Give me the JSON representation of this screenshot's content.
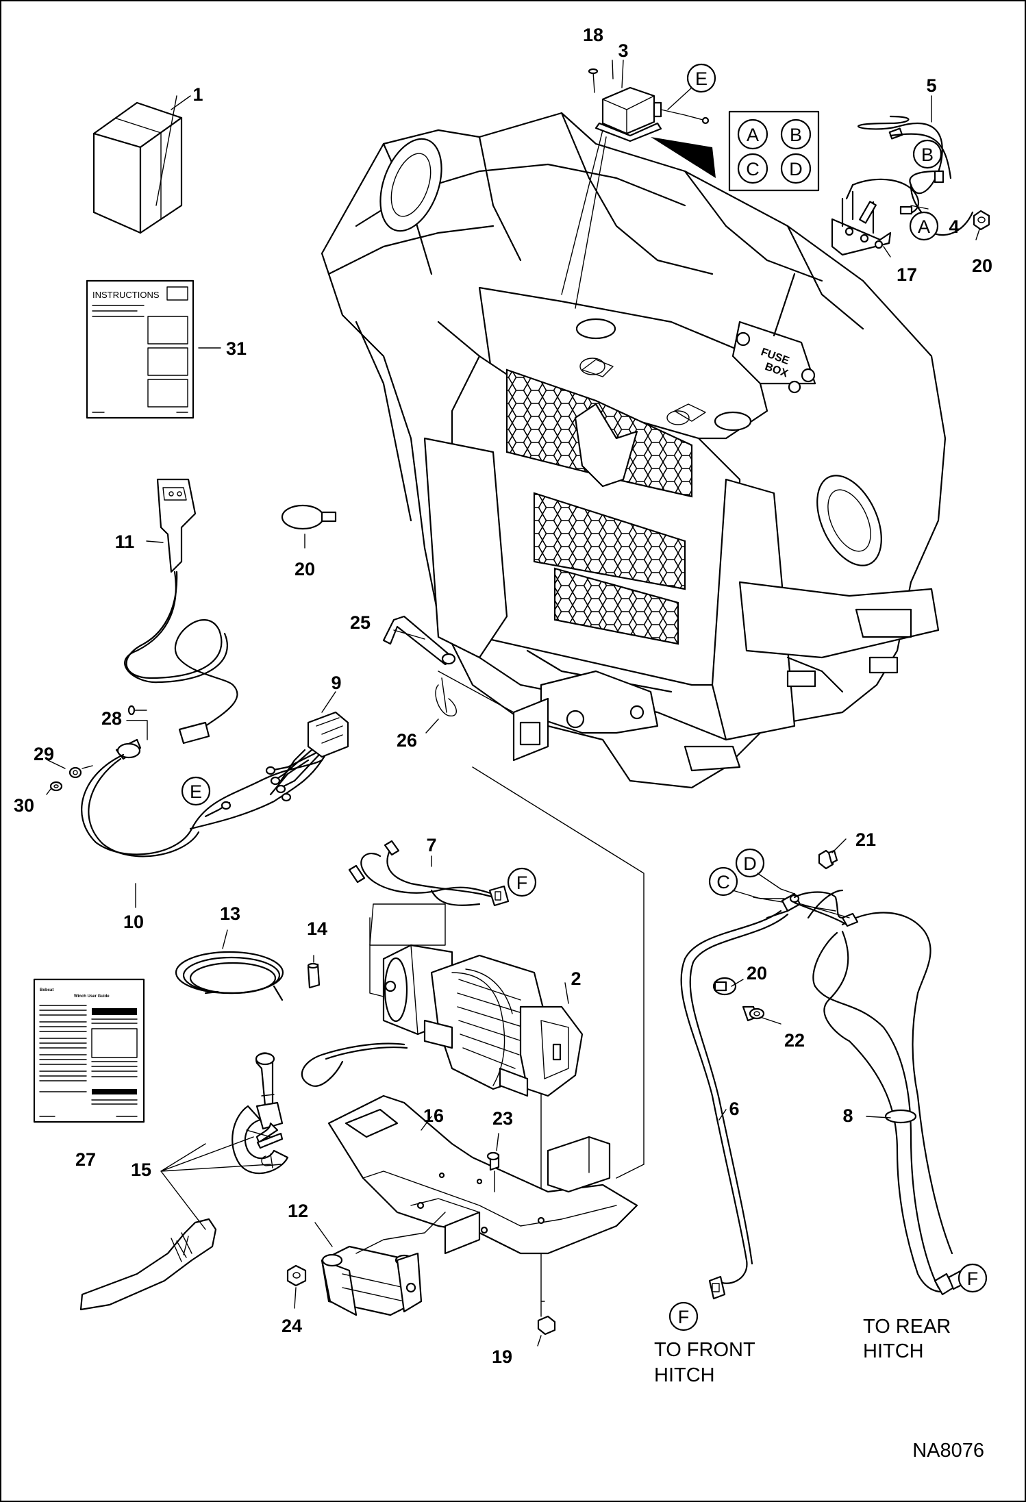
{
  "diagram_code": "NA8076",
  "callouts": {
    "n1": "1",
    "n2": "2",
    "n3": "3",
    "n4": "4",
    "n5": "5",
    "n6": "6",
    "n7": "7",
    "n8": "8",
    "n9": "9",
    "n10": "10",
    "n11": "11",
    "n12": "12",
    "n13": "13",
    "n14": "14",
    "n15": "15",
    "n16": "16",
    "n17": "17",
    "n18": "18",
    "n19": "19",
    "n20a": "20",
    "n20b": "20",
    "n20c": "20",
    "n21": "21",
    "n22": "22",
    "n23": "23",
    "n24": "24",
    "n25": "25",
    "n26": "26",
    "n27": "27",
    "n28": "28",
    "n29": "29",
    "n30": "30",
    "n31": "31"
  },
  "connector_letters": {
    "legend_a": "A",
    "legend_b": "B",
    "legend_c": "C",
    "legend_d": "D",
    "e_top": "E",
    "e_left": "E",
    "b_cable": "B",
    "a_cable": "A",
    "c_harness": "C",
    "d_harness": "D",
    "f_winch": "F",
    "f_front": "F",
    "f_rear": "F"
  },
  "destinations": {
    "front_line1": "TO FRONT",
    "front_line2": "HITCH",
    "rear_line1": "TO REAR",
    "rear_line2": "HITCH"
  },
  "instructions_sheet": {
    "title": "INSTRUCTIONS"
  },
  "guide_booklet": {
    "brand": "Bobcat",
    "title": "Winch User Guide",
    "danger_label": "DANGER",
    "warning_label": "WARNING"
  },
  "machine": {
    "fuse_line1": "FUSE",
    "fuse_line2": "BOX"
  }
}
